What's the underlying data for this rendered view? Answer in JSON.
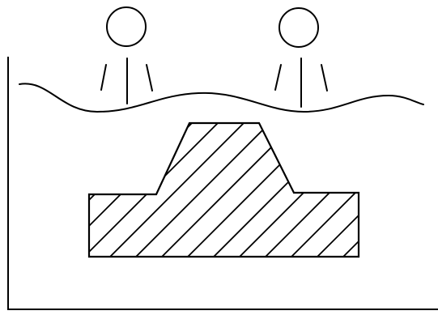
{
  "diagram": {
    "colors": {
      "stroke": "#000000",
      "background": "#ffffff"
    },
    "elements": [
      "light-source-left",
      "light-source-right",
      "liquid-surface-wave",
      "hatched-object",
      "vertical-axis",
      "horizontal-axis"
    ]
  }
}
